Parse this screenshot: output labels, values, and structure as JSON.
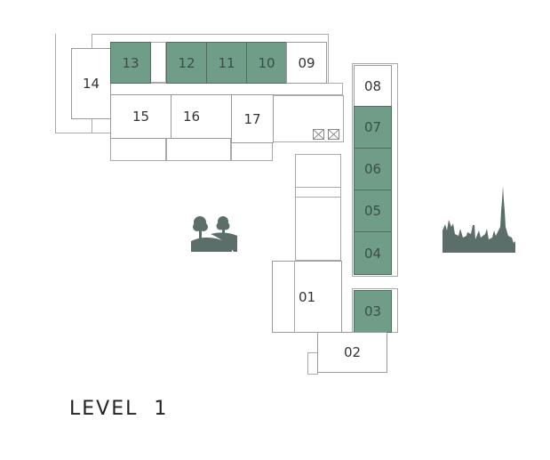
{
  "title": "LEVEL  1",
  "colors": {
    "sold": "#6f9d88",
    "icon": "#5b6e6a"
  },
  "units": {
    "u01": {
      "label": "01",
      "status": "available"
    },
    "u02": {
      "label": "02",
      "status": "available"
    },
    "u03": {
      "label": "03",
      "status": "highlighted"
    },
    "u04": {
      "label": "04",
      "status": "highlighted"
    },
    "u05": {
      "label": "05",
      "status": "highlighted"
    },
    "u06": {
      "label": "06",
      "status": "highlighted"
    },
    "u07": {
      "label": "07",
      "status": "highlighted"
    },
    "u08": {
      "label": "08",
      "status": "available"
    },
    "u09": {
      "label": "09",
      "status": "available"
    },
    "u10": {
      "label": "10",
      "status": "highlighted"
    },
    "u11": {
      "label": "11",
      "status": "highlighted"
    },
    "u12": {
      "label": "12",
      "status": "highlighted"
    },
    "u13": {
      "label": "13",
      "status": "highlighted"
    },
    "u14": {
      "label": "14",
      "status": "available"
    },
    "u15": {
      "label": "15",
      "status": "available"
    },
    "u16": {
      "label": "16",
      "status": "available"
    },
    "u17": {
      "label": "17",
      "status": "available"
    }
  },
  "icons": [
    "park-icon",
    "city-skyline-icon",
    "elevator-icon"
  ]
}
